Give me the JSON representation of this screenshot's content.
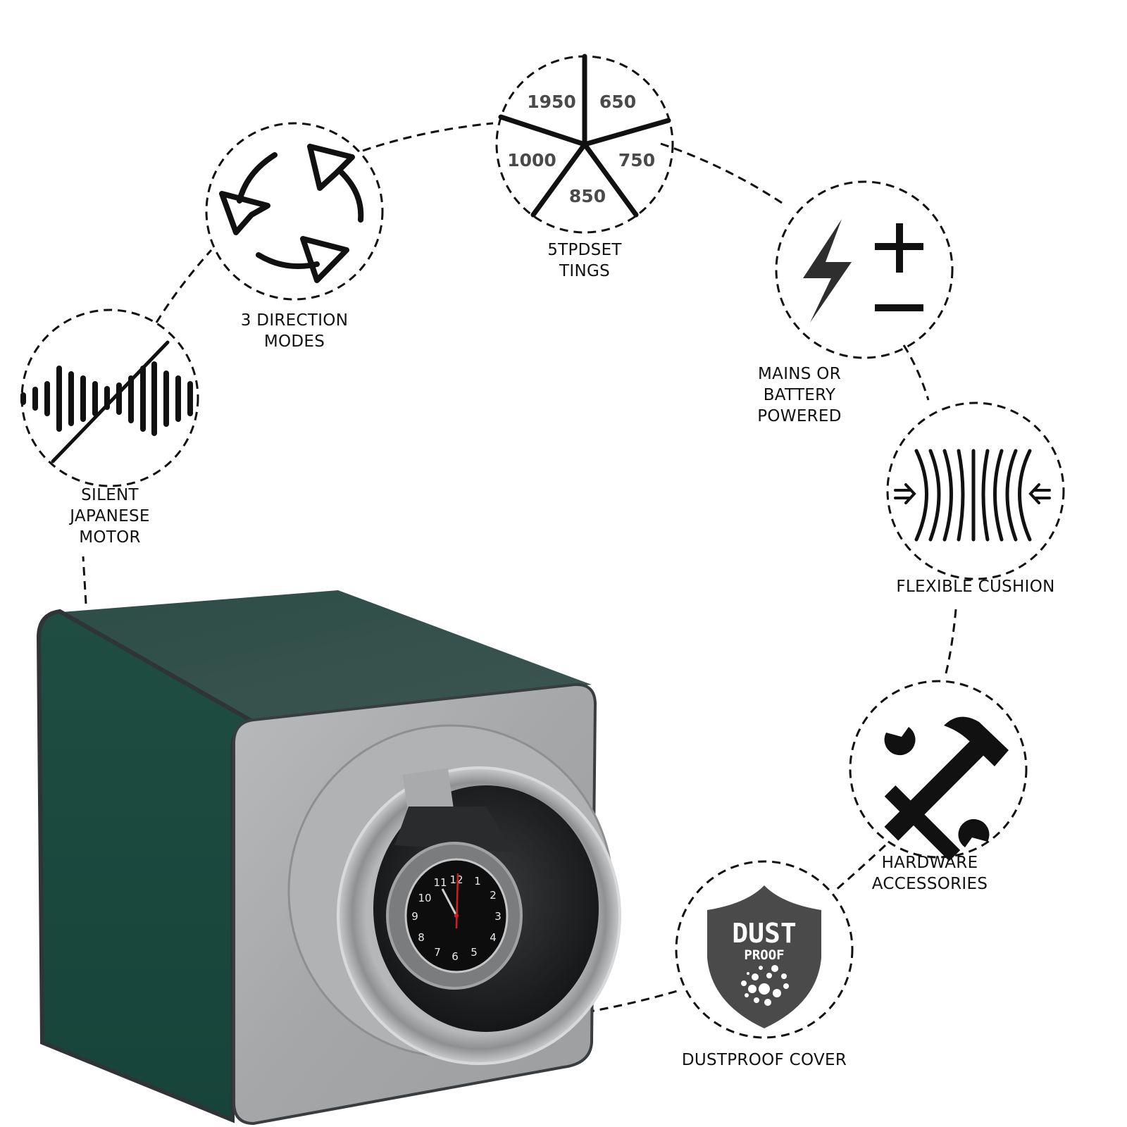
{
  "features": [
    {
      "id": "silent-motor",
      "icon": "sound-wave-muted-icon",
      "label_lines": [
        "SILENT",
        "JAPANESE",
        "MOTOR"
      ]
    },
    {
      "id": "direction-modes",
      "icon": "rotate-arrows-icon",
      "label_lines": [
        "3 DIRECTION",
        "MODES"
      ]
    },
    {
      "id": "tpd-settings",
      "icon": "tpd-segments-icon",
      "label_lines": [
        "5TPDSET",
        "TINGS"
      ],
      "segments": [
        "1950",
        "650",
        "750",
        "850",
        "1000"
      ]
    },
    {
      "id": "power",
      "icon": "lightning-plus-minus-icon",
      "label_lines": [
        "MAINS OR",
        "BATTERY",
        "POWERED"
      ]
    },
    {
      "id": "cushion",
      "icon": "compress-cushion-icon",
      "label_lines": [
        "FLEXIBLE CUSHION"
      ]
    },
    {
      "id": "hardware",
      "icon": "wrench-hammer-icon",
      "label_lines": [
        "HARDWARE",
        "ACCESSORIES"
      ]
    },
    {
      "id": "dustproof",
      "icon": "dust-shield-icon",
      "label_lines": [
        "DUSTPROOF COVER"
      ],
      "badge": {
        "big": "DUST",
        "small": "PROOF"
      }
    }
  ],
  "product": {
    "body_color": "#1d4b40",
    "front_color": "#a9abad",
    "dial_numbers": [
      "12",
      "1",
      "2",
      "3",
      "4",
      "5",
      "6",
      "7",
      "8",
      "9",
      "10",
      "11"
    ]
  },
  "colors": {
    "line": "#111111",
    "shield": "#4a4a4a",
    "second_hand": "#d21e1e"
  }
}
